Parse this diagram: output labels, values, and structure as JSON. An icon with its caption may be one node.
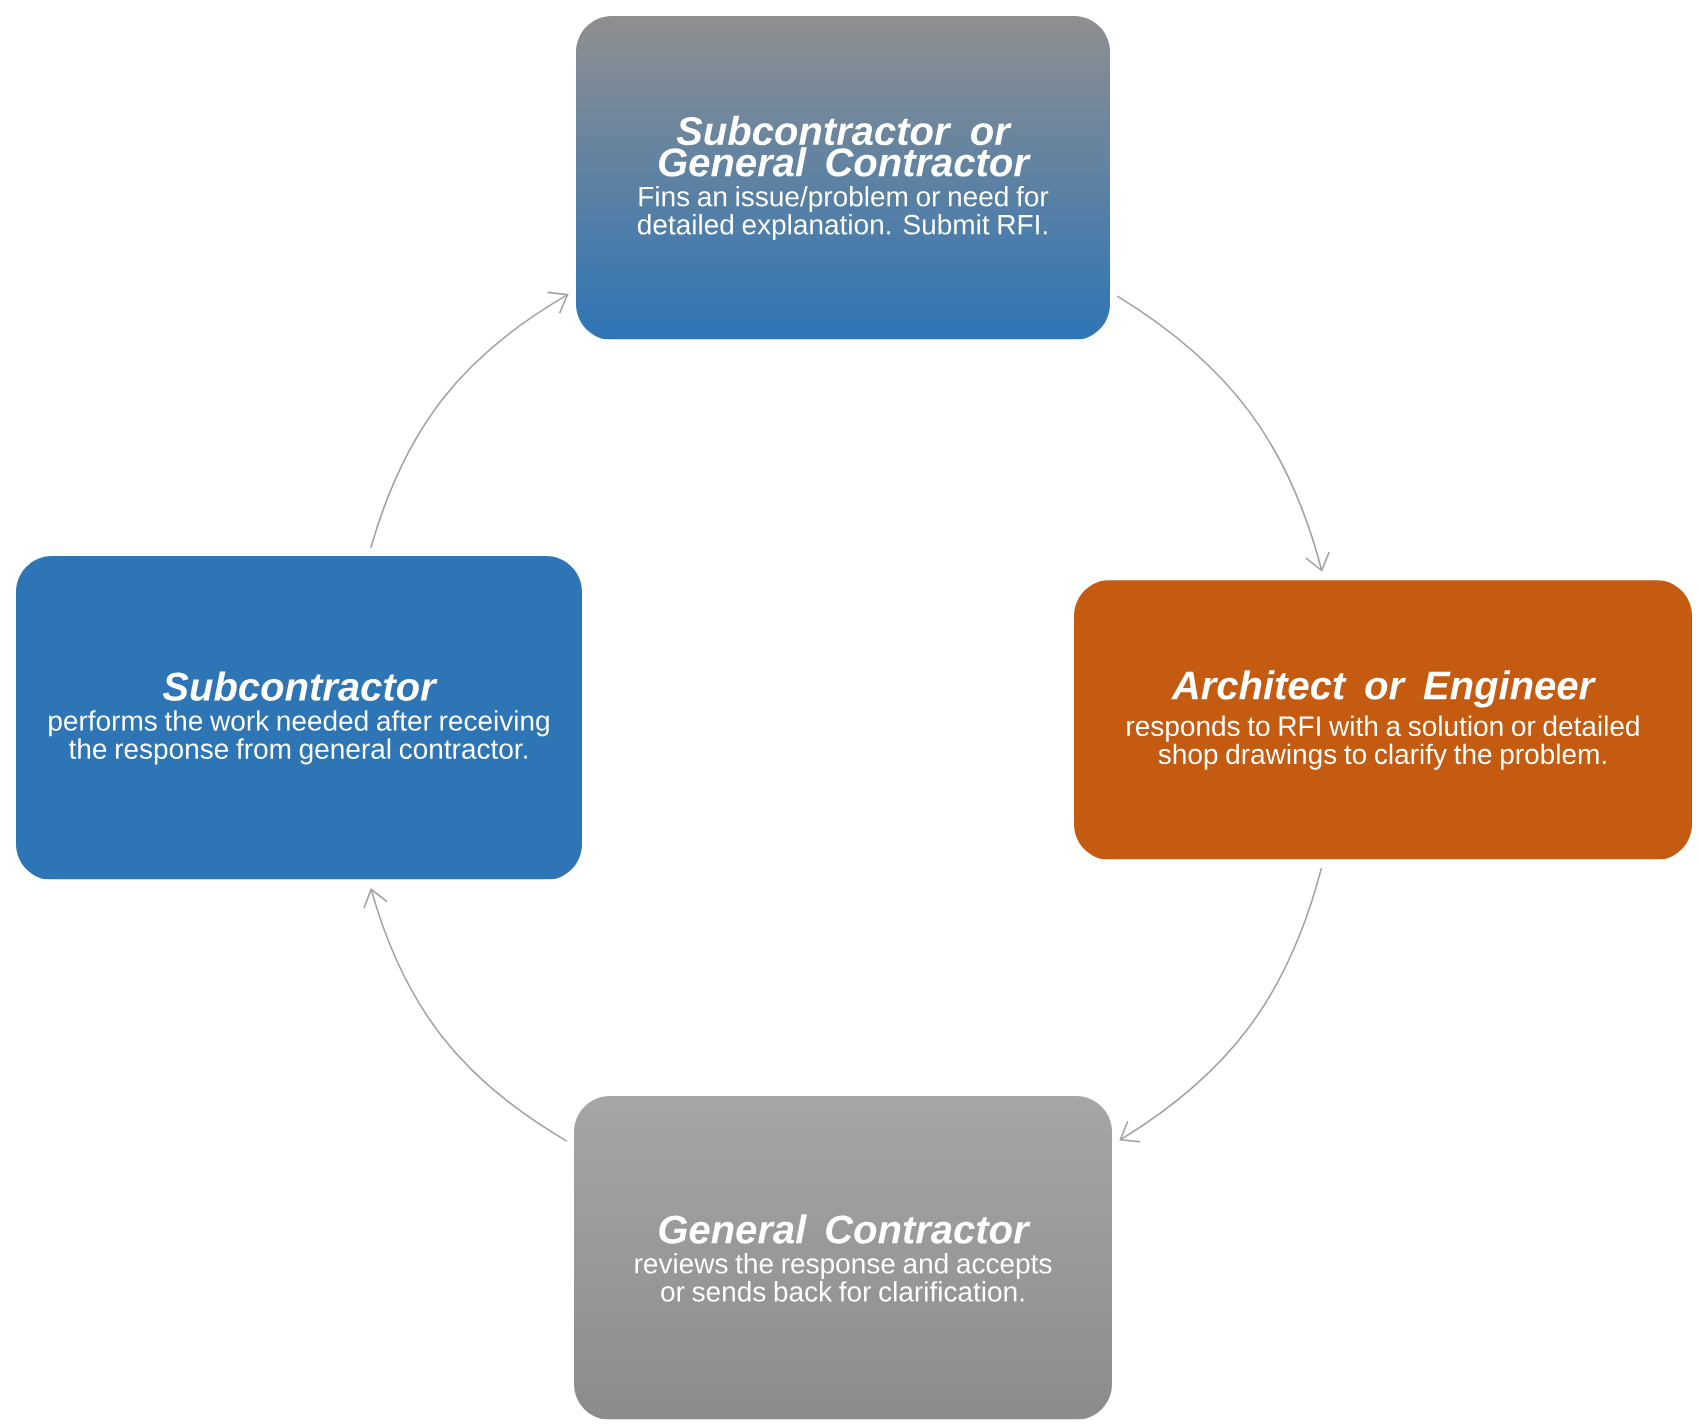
{
  "diagram": {
    "nodes": [
      {
        "text": [
          "Subcontractor or General Contractor",
          "Fins an issue/problem or need for detailed explanation. Submit RFI."
        ]
      },
      {
        "text": [
          "Architect or Engineer",
          "responds to RFI with a solution or detailed shop drawings to clarify the problem."
        ]
      },
      {
        "text": [
          "General Contractor",
          "reviews the response and accepts or sends back for clarification."
        ]
      },
      {
        "text": [
          "Subcontractor",
          "performs the work needed after receiving the response from general contractor."
        ]
      }
    ],
    "edges": [
      {
        "from": 0,
        "to": 1,
        "arrow": "to"
      },
      {
        "from": 1,
        "to": 2,
        "arrow": "to"
      },
      {
        "from": 2,
        "to": 3,
        "arrow": "to"
      },
      {
        "from": 3,
        "to": 0,
        "arrow": "to"
      }
    ]
  }
}
